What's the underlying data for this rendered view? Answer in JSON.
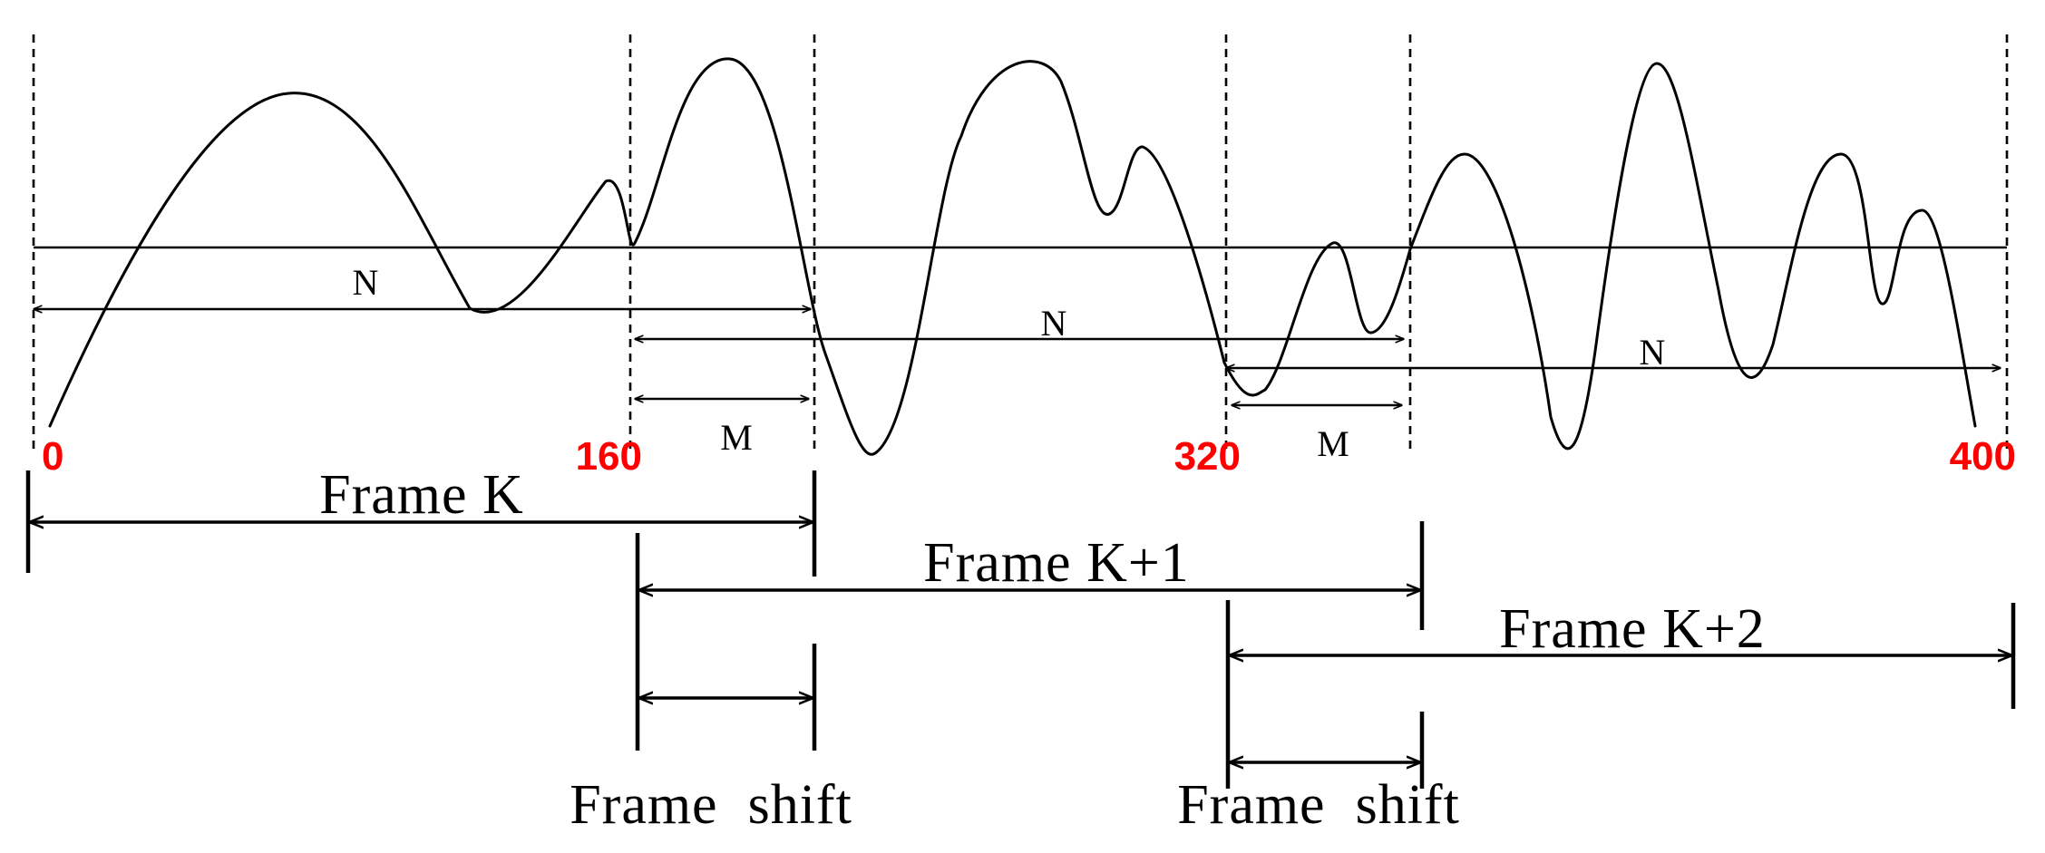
{
  "colors": {
    "tick": "#ff0000",
    "ink": "#000000"
  },
  "ticks": [
    "0",
    "160",
    "320",
    "400"
  ],
  "labels": {
    "n": "N",
    "m": "M",
    "frame_k": "Frame K",
    "frame_k1": "Frame K+1",
    "frame_k2": "Frame K+2",
    "frame_shift_1": "Frame  shift",
    "frame_shift_2": "Frame  shift"
  }
}
